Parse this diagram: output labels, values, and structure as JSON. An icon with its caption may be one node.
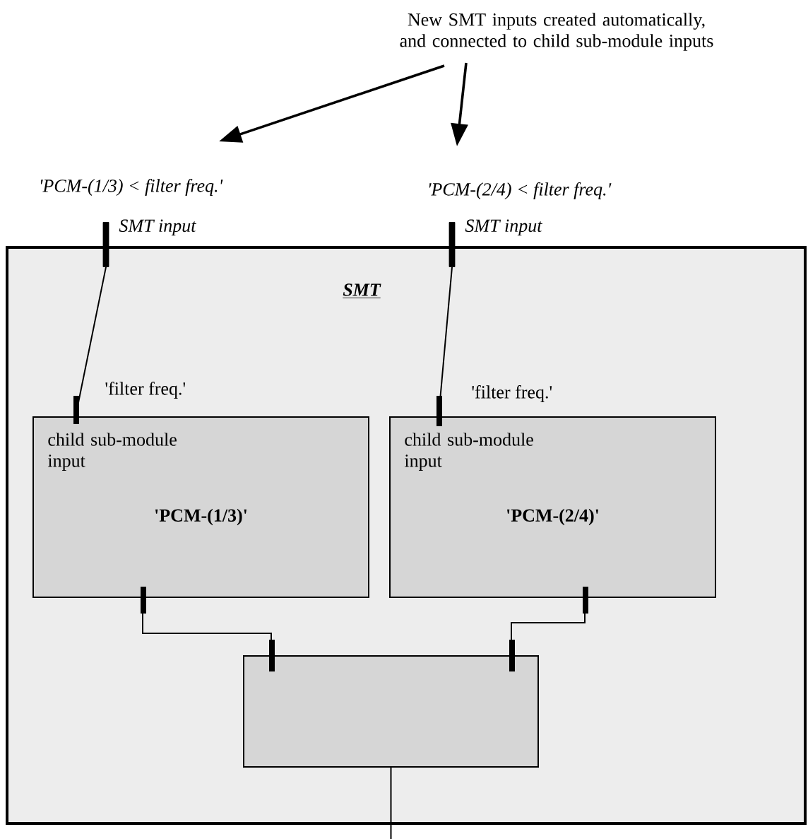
{
  "diagram": {
    "nodes": [
      {
        "text": [
          "New SMT inputs created automatically, and connected to child sub-module inputs"
        ]
      },
      {
        "text": [
          "'PCM-(1/3) < filter freq.'"
        ]
      },
      {
        "text": [
          "'PCM-(2/4) < filter freq.'"
        ]
      },
      {
        "text": [
          "SMT"
        ]
      },
      {
        "text": [],
        "shape": "bar",
        "beside": [
          "SMT input"
        ]
      },
      {
        "text": [],
        "shape": "bar",
        "beside": [
          "SMT input"
        ]
      },
      {
        "text": [
          "child sub-module input",
          "'PCM-(1/3)'"
        ],
        "in": 3,
        "beside": [
          "'filter freq.'"
        ]
      },
      {
        "text": [
          "child sub-module input",
          "'PCM-(2/4)'"
        ],
        "in": 3,
        "beside": [
          "'filter freq.'"
        ]
      },
      {
        "text": [],
        "shape": "box",
        "in": 3
      }
    ],
    "edges": [
      {
        "from": 0,
        "to": 1,
        "arrow": "to"
      },
      {
        "from": 0,
        "to": 2,
        "arrow": "to"
      },
      {
        "from": 4,
        "to": 6,
        "arrow": "none"
      },
      {
        "from": 5,
        "to": 7,
        "arrow": "none"
      },
      {
        "from": 6,
        "to": 8,
        "arrow": "none"
      },
      {
        "from": 7,
        "to": 8,
        "arrow": "none"
      },
      {
        "from": 8,
        "to": null,
        "arrow": "none"
      }
    ]
  }
}
